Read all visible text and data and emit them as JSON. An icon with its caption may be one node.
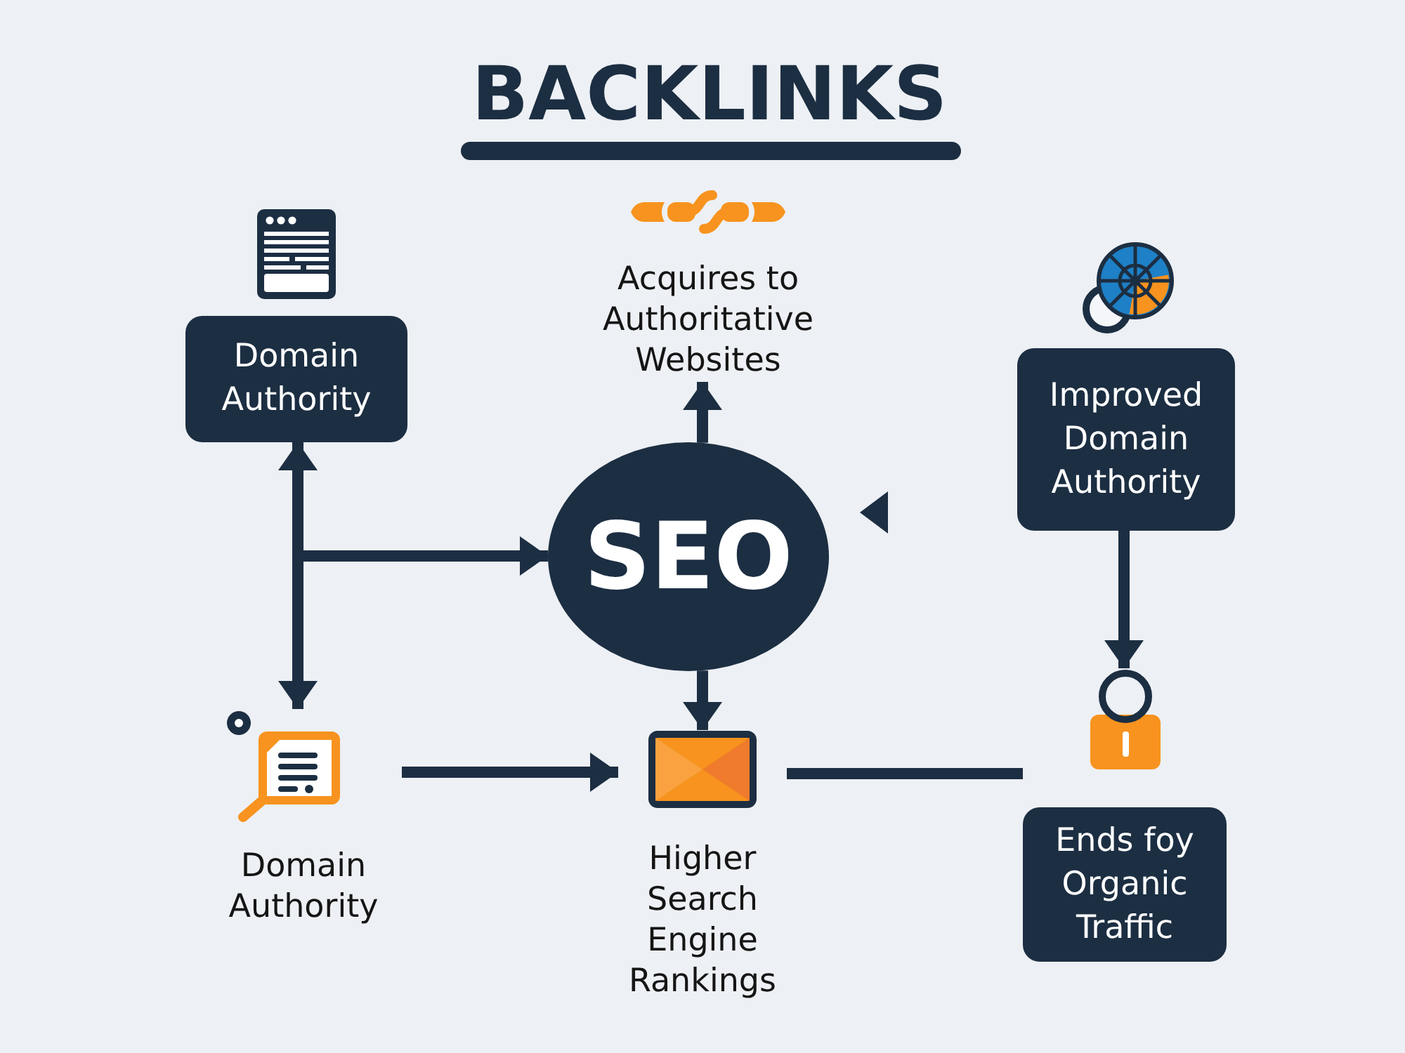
{
  "diagram": {
    "title": "BACKLINKS",
    "nodes": [
      {
        "text": [
          "Domain Authority"
        ]
      },
      {
        "text": [
          "Acquires to Authoritative Websites"
        ]
      },
      {
        "text": [
          "SEO"
        ]
      },
      {
        "text": [
          "Improved Domain Authority"
        ]
      },
      {
        "text": [
          "Domain Authority"
        ]
      },
      {
        "text": [
          "Higher Search Engine Rankings"
        ]
      },
      {
        "text": [
          "Ends foy Organic Traffic"
        ]
      }
    ],
    "edges": [
      {
        "from": 0,
        "to": 4,
        "arrow": "both"
      },
      {
        "from": 0,
        "to": 2,
        "arrow": "to"
      },
      {
        "from": 2,
        "to": 1,
        "arrow": "to"
      },
      {
        "from": 2,
        "to": 5,
        "arrow": "to"
      },
      {
        "from": 4,
        "to": 5,
        "arrow": "to"
      },
      {
        "from": 5,
        "to": 6,
        "arrow": "none"
      },
      {
        "from": 3,
        "to": 6,
        "arrow": "to"
      }
    ]
  }
}
